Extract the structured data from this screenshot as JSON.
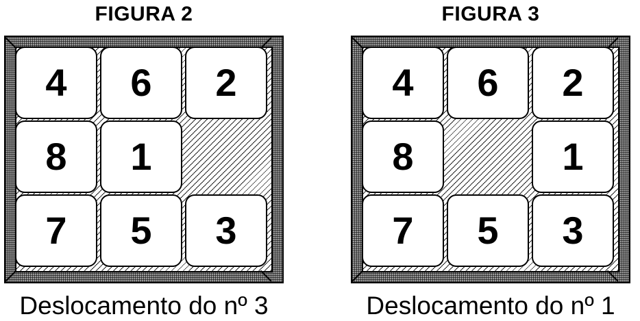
{
  "figures": [
    {
      "title": "FIGURA 2",
      "caption": "Deslocamento do nº 3",
      "grid": [
        [
          "4",
          "6",
          "2"
        ],
        [
          "8",
          "1",
          ""
        ],
        [
          "7",
          "5",
          "3"
        ]
      ]
    },
    {
      "title": "FIGURA 3",
      "caption": "Deslocamento do nº 1",
      "grid": [
        [
          "4",
          "6",
          "2"
        ],
        [
          "8",
          "",
          "1"
        ],
        [
          "7",
          "5",
          "3"
        ]
      ]
    }
  ]
}
